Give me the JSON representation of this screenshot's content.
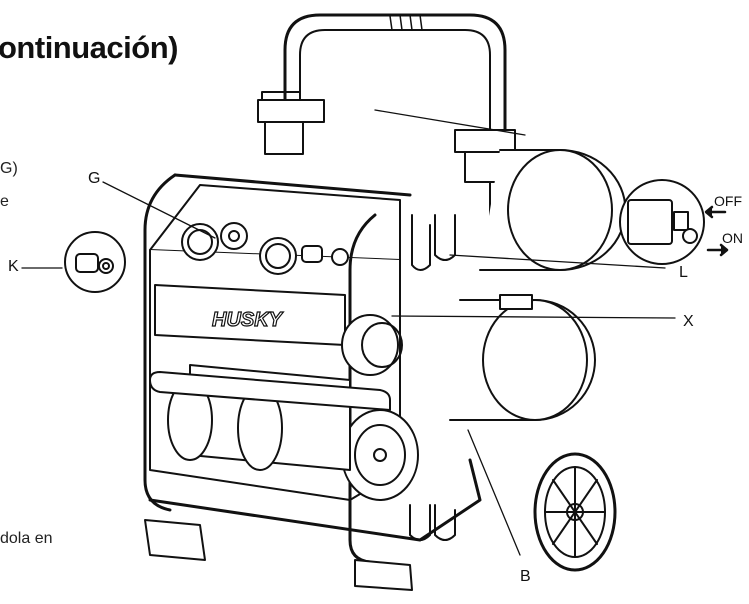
{
  "heading": "ontinuación)",
  "fragments": {
    "g_paren": "G)",
    "e_letter": "e",
    "bottom_text": "dola en"
  },
  "callouts": {
    "G": "G",
    "K": "K",
    "L": "L",
    "X": "X",
    "B": "B"
  },
  "brand": "HUSKY",
  "switch_labels": {
    "off": "OFF",
    "on": "ON"
  }
}
